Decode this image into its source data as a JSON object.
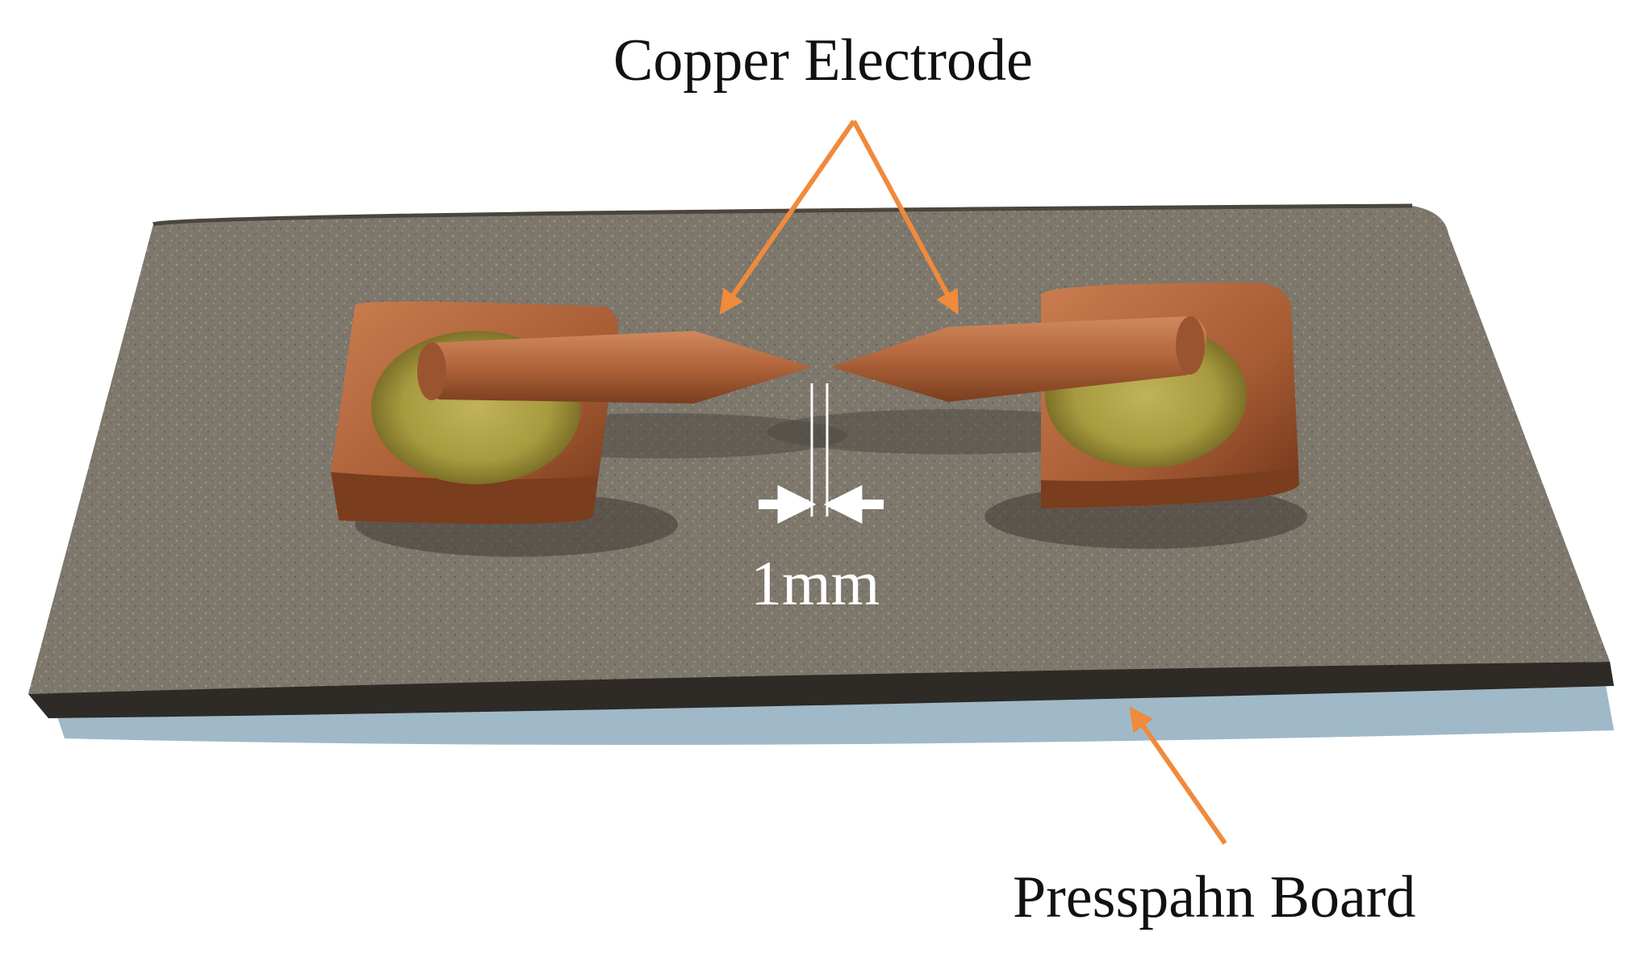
{
  "labels": {
    "electrode": "Copper Electrode",
    "board": "Presspahn Board",
    "gap": "1mm"
  },
  "colors": {
    "arrow": "#f08a3c",
    "board_surface": "#7d776c",
    "board_edge": "#2e2a25",
    "copper": "#b5673d",
    "solder": "#a79a3f",
    "background_surface": "#9fb9c9",
    "gap_annotation": "#ffffff"
  },
  "icons": {
    "electrode_arrow": "arrow-icon",
    "board_arrow": "arrow-icon",
    "gap_arrows": "arrow-icon"
  }
}
